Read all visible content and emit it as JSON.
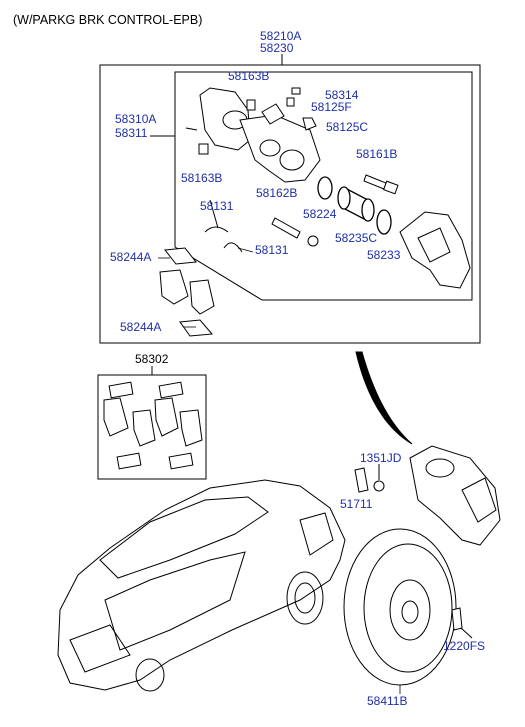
{
  "header": "(W/PARKG BRK CONTROL-EPB)",
  "colors": {
    "part_number": "#1f2fa8",
    "line": "#000000",
    "swoosh": "#000000"
  },
  "labels": {
    "assy_top_1": "58210A",
    "assy_top_2": "58230",
    "caliper_assy_1": "58310A",
    "caliper_assy_2": "58311",
    "bolt_upper": "58163B",
    "bolt_lower": "58163B",
    "bleeder_cap": "58314",
    "bleeder_screw": "58125F",
    "bleeder_cap_2": "58125C",
    "guide_rod": "58161B",
    "guide_rod_2": "58162B",
    "seal": "58224",
    "piston": "58235C",
    "carrier": "58233",
    "spring_1": "58131",
    "spring_2": "58131",
    "shim_upper": "58244A",
    "shim_lower": "58244A",
    "pad_kit": "58302",
    "bolt_knuckle": "1351JD",
    "bolt_51711": "51711",
    "disc_screw": "1220FS",
    "disc": "58411B"
  }
}
